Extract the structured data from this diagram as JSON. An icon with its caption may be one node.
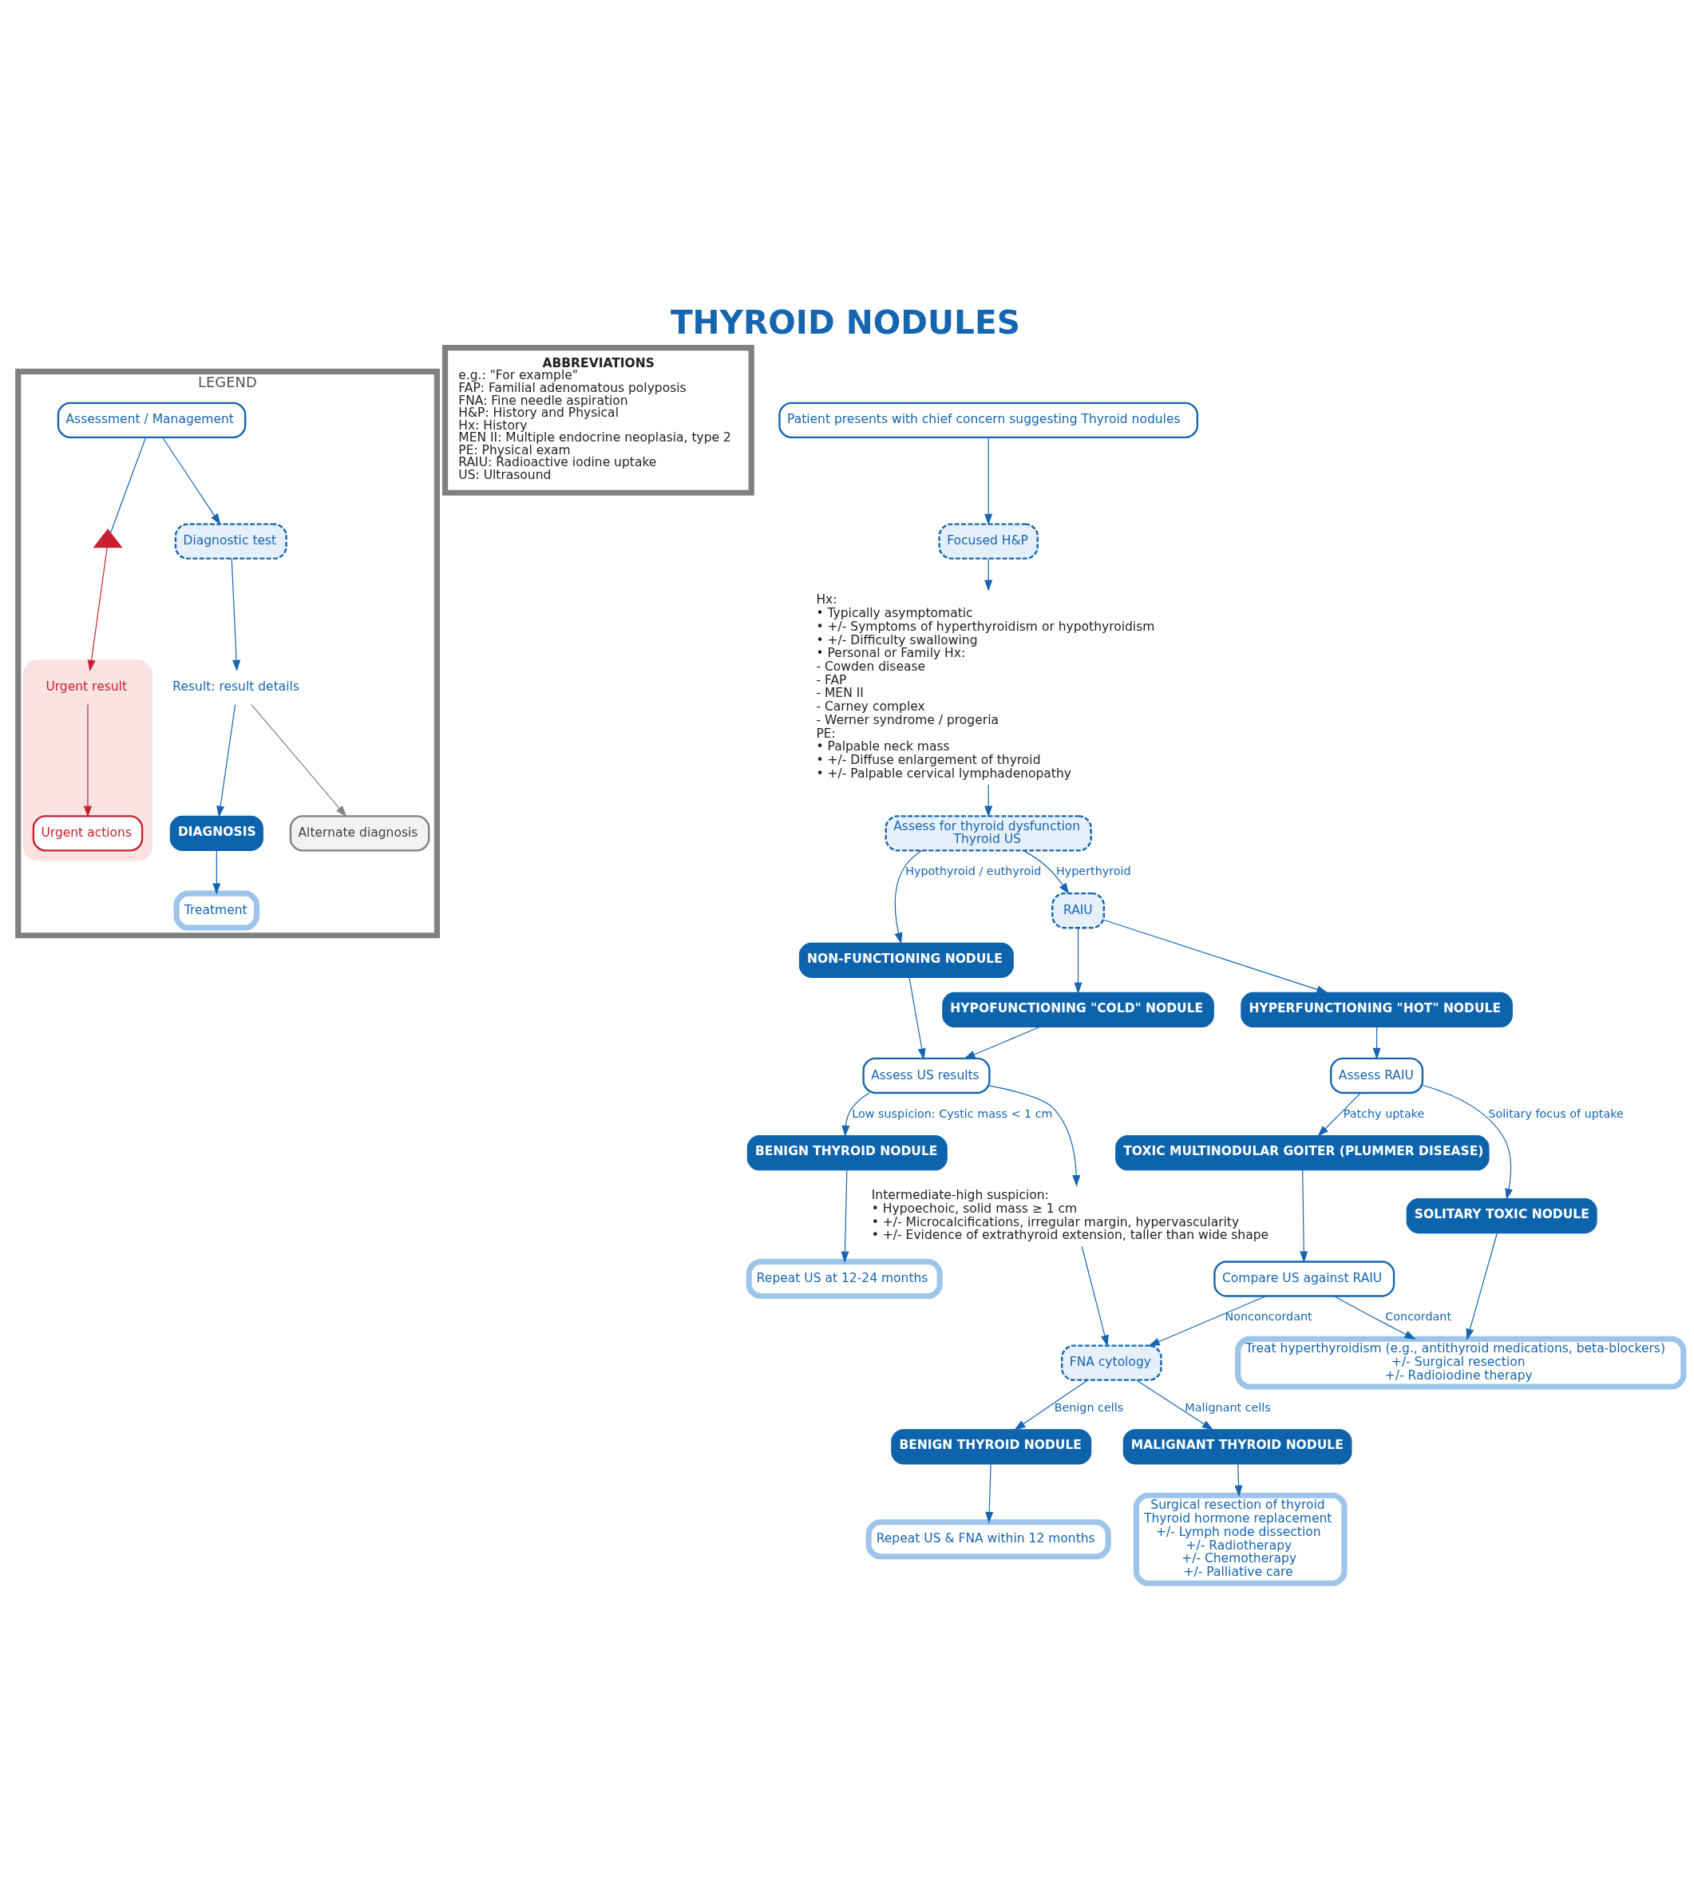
{
  "diagram": {
    "title": "THYROID NODULES",
    "nodes": [
      {
        "text": [
          "LEGEND"
        ]
      },
      {
        "text": [
          "Assessment / Management"
        ],
        "in": 0
      },
      {
        "text": [],
        "shape": "triangle",
        "in": 0
      },
      {
        "text": [],
        "shape": "box",
        "in": 0
      },
      {
        "text": [
          "Urgent result"
        ],
        "in": 3
      },
      {
        "text": [
          "Urgent actions"
        ],
        "in": 3
      },
      {
        "text": [
          "Diagnostic test"
        ],
        "in": 0
      },
      {
        "text": [
          "Result: result details"
        ],
        "in": 0
      },
      {
        "text": [
          "DIAGNOSIS"
        ],
        "in": 0
      },
      {
        "text": [
          "Alternate diagnosis"
        ],
        "in": 0
      },
      {
        "text": [
          "Treatment"
        ],
        "in": 0
      },
      {
        "text": [
          "ABBREVIATIONS",
          "e.g.: \"For example\"",
          "FAP: Familial adenomatous polyposis",
          "FNA: Fine needle aspiration",
          "H&P: History and Physical",
          "Hx: History",
          "MEN II: Multiple endocrine neoplasia, type 2",
          "PE: Physical exam",
          "RAIU: Radioactive iodine uptake",
          "US: Ultrasound"
        ]
      },
      {
        "text": [
          "Patient presents with chief concern suggesting Thyroid nodules"
        ]
      },
      {
        "text": [
          "Focused H&P"
        ]
      },
      {
        "text": [
          "Hx:",
          "• Typically asymptomatic",
          "• +/- Symptoms of hyperthyroidism or hypothyroidism",
          "• +/- Difficulty swallowing",
          "• Personal or Family Hx:",
          "- Cowden disease",
          "- FAP",
          "- MEN II",
          "- Carney complex",
          "- Werner syndrome / progeria",
          "PE:",
          "• Palpable neck mass",
          "• +/- Diffuse enlargement of thyroid",
          "• +/- Palpable cervical lymphadenopathy"
        ]
      },
      {
        "text": [
          "Assess for thyroid dysfunction",
          "Thyroid US"
        ]
      },
      {
        "text": [
          "NON-FUNCTIONING NODULE"
        ]
      },
      {
        "text": [
          "RAIU"
        ]
      },
      {
        "text": [
          "HYPOFUNCTIONING \"COLD\" NODULE"
        ]
      },
      {
        "text": [
          "HYPERFUNCTIONING \"HOT\" NODULE"
        ]
      },
      {
        "text": [
          "Assess US results"
        ]
      },
      {
        "text": [
          "Assess RAIU"
        ]
      },
      {
        "text": [
          "BENIGN THYROID NODULE"
        ]
      },
      {
        "text": [
          "Intermediate-high suspicion:",
          "• Hypoechoic, solid mass ≥ 1 cm",
          "• +/- Microcalcifications, irregular margin, hypervascularity",
          "• +/- Evidence of extrathyroid extension, taller than wide shape"
        ]
      },
      {
        "text": [
          "TOXIC MULTINODULAR GOITER (PLUMMER DISEASE)"
        ]
      },
      {
        "text": [
          "SOLITARY TOXIC NODULE"
        ]
      },
      {
        "text": [
          "Repeat US at 12-24 months"
        ]
      },
      {
        "text": [
          "Compare US against RAIU"
        ]
      },
      {
        "text": [
          "FNA cytology"
        ]
      },
      {
        "text": [
          "Treat hyperthyroidism (e.g., antithyroid medications, beta-blockers)",
          "+/- Surgical resection",
          "+/- Radioiodine therapy"
        ]
      },
      {
        "text": [
          "BENIGN THYROID NODULE"
        ]
      },
      {
        "text": [
          "MALIGNANT THYROID NODULE"
        ]
      },
      {
        "text": [
          "Repeat US & FNA within 12 months"
        ]
      },
      {
        "text": [
          "Surgical resection of thyroid",
          "Thyroid hormone replacement",
          "+/- Lymph node dissection",
          "+/- Radiotherapy",
          "+/- Chemotherapy",
          "+/- Palliative care"
        ]
      }
    ],
    "edges": [
      {
        "from": 1,
        "to": 2,
        "arrow": "none"
      },
      {
        "from": 2,
        "to": 4,
        "arrow": "to",
        "color": "#c8202f"
      },
      {
        "from": 4,
        "to": 5,
        "arrow": "to",
        "color": "#c8202f"
      },
      {
        "from": 1,
        "to": 6,
        "arrow": "to"
      },
      {
        "from": 6,
        "to": 7,
        "arrow": "to"
      },
      {
        "from": 7,
        "to": 8,
        "arrow": "to"
      },
      {
        "from": 7,
        "to": 9,
        "arrow": "to",
        "color": "#808080"
      },
      {
        "from": 8,
        "to": 10,
        "arrow": "to"
      },
      {
        "from": 12,
        "to": 13,
        "arrow": "to"
      },
      {
        "from": 13,
        "to": 14,
        "arrow": "to"
      },
      {
        "from": 14,
        "to": 15,
        "arrow": "to"
      },
      {
        "from": 15,
        "to": 16,
        "arrow": "to",
        "label": "Hypothyroid / euthyroid"
      },
      {
        "from": 15,
        "to": 17,
        "arrow": "to",
        "label": "Hyperthyroid"
      },
      {
        "from": 17,
        "to": 18,
        "arrow": "to"
      },
      {
        "from": 17,
        "to": 19,
        "arrow": "to"
      },
      {
        "from": 16,
        "to": 20,
        "arrow": "to"
      },
      {
        "from": 18,
        "to": 20,
        "arrow": "to"
      },
      {
        "from": 19,
        "to": 21,
        "arrow": "to"
      },
      {
        "from": 20,
        "to": 22,
        "arrow": "to",
        "label": "Low suspicion: Cystic mass < 1 cm"
      },
      {
        "from": 20,
        "to": 23,
        "arrow": "to"
      },
      {
        "from": 21,
        "to": 24,
        "arrow": "to",
        "label": "Patchy uptake"
      },
      {
        "from": 21,
        "to": 25,
        "arrow": "to",
        "label": "Solitary focus of uptake"
      },
      {
        "from": 22,
        "to": 26,
        "arrow": "to"
      },
      {
        "from": 24,
        "to": 27,
        "arrow": "to"
      },
      {
        "from": 23,
        "to": 28,
        "arrow": "to"
      },
      {
        "from": 27,
        "to": 28,
        "arrow": "to",
        "label": "Nonconcordant"
      },
      {
        "from": 27,
        "to": 29,
        "arrow": "to",
        "label": "Concordant"
      },
      {
        "from": 25,
        "to": 29,
        "arrow": "to"
      },
      {
        "from": 28,
        "to": 30,
        "arrow": "to",
        "label": "Benign cells"
      },
      {
        "from": 28,
        "to": 31,
        "arrow": "to",
        "label": "Malignant cells"
      },
      {
        "from": 30,
        "to": 32,
        "arrow": "to"
      },
      {
        "from": 31,
        "to": 33,
        "arrow": "to"
      }
    ]
  }
}
